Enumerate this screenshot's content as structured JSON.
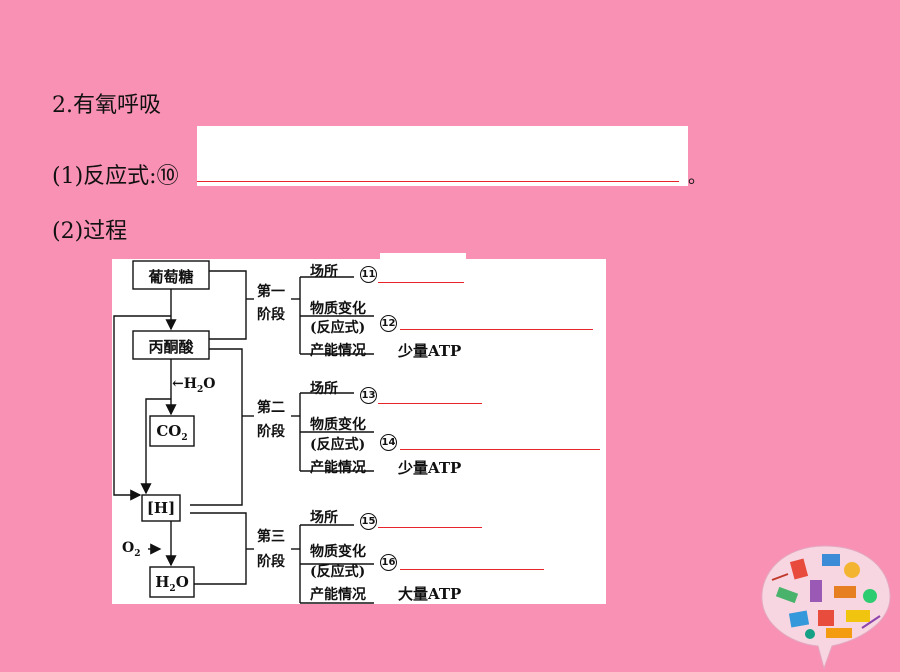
{
  "headings": {
    "title": "2.有氧呼吸",
    "equation_label": "(1)反应式:",
    "equation_num": "⑩",
    "period": "。",
    "process_label": "(2)过程"
  },
  "diagram": {
    "boxes": {
      "glucose": "葡萄糖",
      "pyruvate": "丙酮酸",
      "co2": "CO",
      "co2_sub": "2",
      "h": "[H]",
      "h2o_pre": "H",
      "h2o_sub": "2",
      "h2o_post": "O"
    },
    "inputs": {
      "water_arrow": "←H",
      "water_sub": "2",
      "water_post": "O",
      "oxygen": "O",
      "oxygen_sub": "2",
      "oxygen_arrow": "→"
    },
    "stages": [
      {
        "name_top": "第一",
        "name_bottom": "阶段",
        "place": "场所",
        "place_num": "11",
        "change": "物质变化",
        "formula": "(反应式)",
        "formula_num": "12",
        "energy": "产能情况",
        "energy_value": "少量ATP"
      },
      {
        "name_top": "第二",
        "name_bottom": "阶段",
        "place": "场所",
        "place_num": "13",
        "change": "物质变化",
        "formula": "(反应式)",
        "formula_num": "14",
        "energy": "产能情况",
        "energy_value": "少量ATP"
      },
      {
        "name_top": "第三",
        "name_bottom": "阶段",
        "place": "场所",
        "place_num": "15",
        "change": "物质变化",
        "formula": "(反应式)",
        "formula_num": "16",
        "energy": "产能情况",
        "energy_value": "大量ATP"
      }
    ]
  },
  "colors": {
    "background": "#f891b4",
    "blank_line": "#e8242a",
    "panel": "#ffffff"
  }
}
